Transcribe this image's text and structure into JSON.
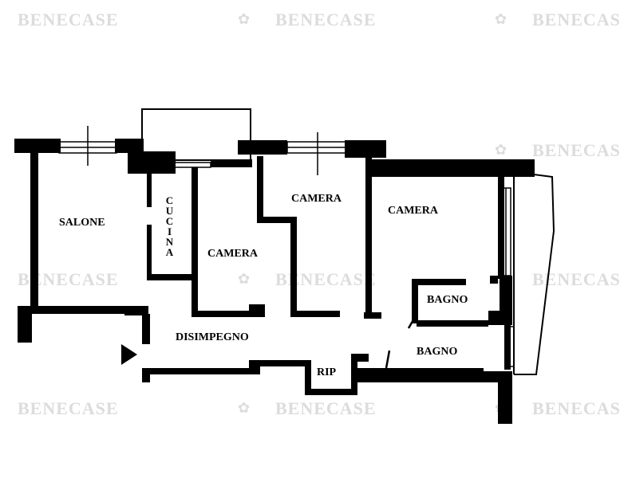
{
  "watermark": {
    "text": "BENECASE",
    "color": "#d9d9d9"
  },
  "rooms": {
    "salone": "SALONE",
    "cucina": "CUCINA",
    "camera1": "CAMERA",
    "camera2": "CAMERA",
    "camera3": "CAMERA",
    "bagno1": "BAGNO",
    "bagno2": "BAGNO",
    "disimpegno": "DISIMPEGNO",
    "rip": "RIP"
  },
  "colors": {
    "wall": "#000000",
    "background": "#ffffff"
  }
}
